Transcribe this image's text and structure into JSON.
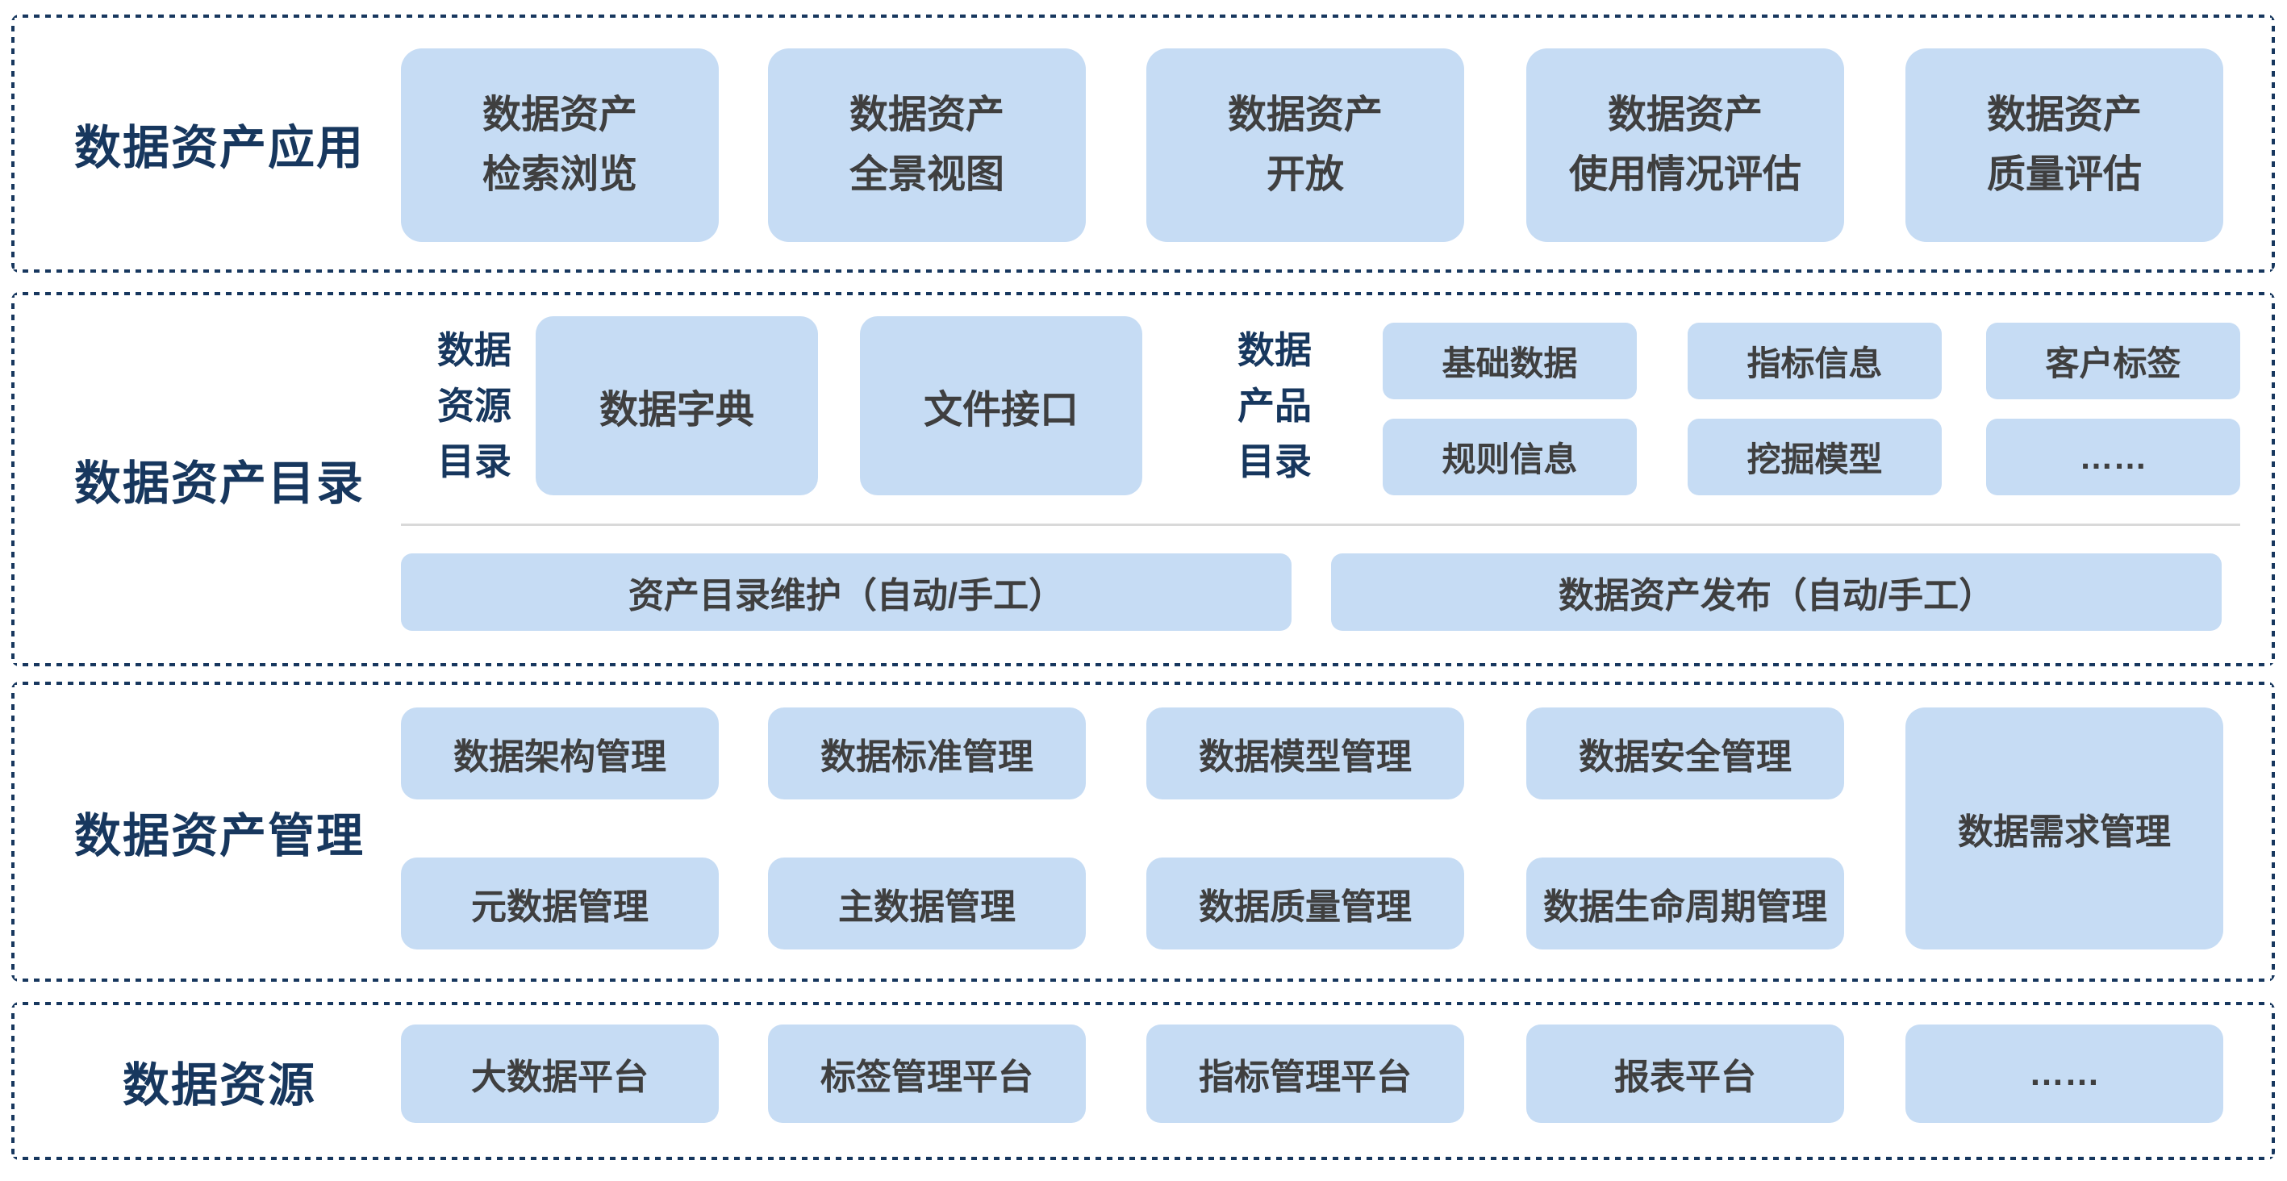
{
  "colors": {
    "accent_navy": "#17375e",
    "box_fill": "#c6dcf4",
    "box_text": "#3f3f3f",
    "divider_gray": "#d9d9d9",
    "background": "#ffffff"
  },
  "sections": {
    "application": {
      "label": "数据资产应用",
      "boxes": [
        "数据资产\n检索浏览",
        "数据资产\n全景视图",
        "数据资产\n开放",
        "数据资产\n使用情况评估",
        "数据资产\n质量评估"
      ]
    },
    "catalog": {
      "label": "数据资产目录",
      "resource_catalog": {
        "label": "数据\n资源\n目录",
        "boxes": [
          "数据字典",
          "文件接口"
        ]
      },
      "product_catalog": {
        "label": "数据\n产品\n目录",
        "boxes": [
          "基础数据",
          "指标信息",
          "客户标签",
          "规则信息",
          "挖掘模型",
          "……"
        ]
      },
      "bottom_boxes": [
        "资产目录维护（自动/手工）",
        "数据资产发布（自动/手工）"
      ]
    },
    "management": {
      "label": "数据资产管理",
      "top_row": [
        "数据架构管理",
        "数据标准管理",
        "数据模型管理",
        "数据安全管理"
      ],
      "bottom_row": [
        "元数据管理",
        "主数据管理",
        "数据质量管理",
        "数据生命周期管理"
      ],
      "tall_box": "数据需求管理"
    },
    "resources": {
      "label": "数据资源",
      "boxes": [
        "大数据平台",
        "标签管理平台",
        "指标管理平台",
        "报表平台",
        "……"
      ]
    }
  }
}
